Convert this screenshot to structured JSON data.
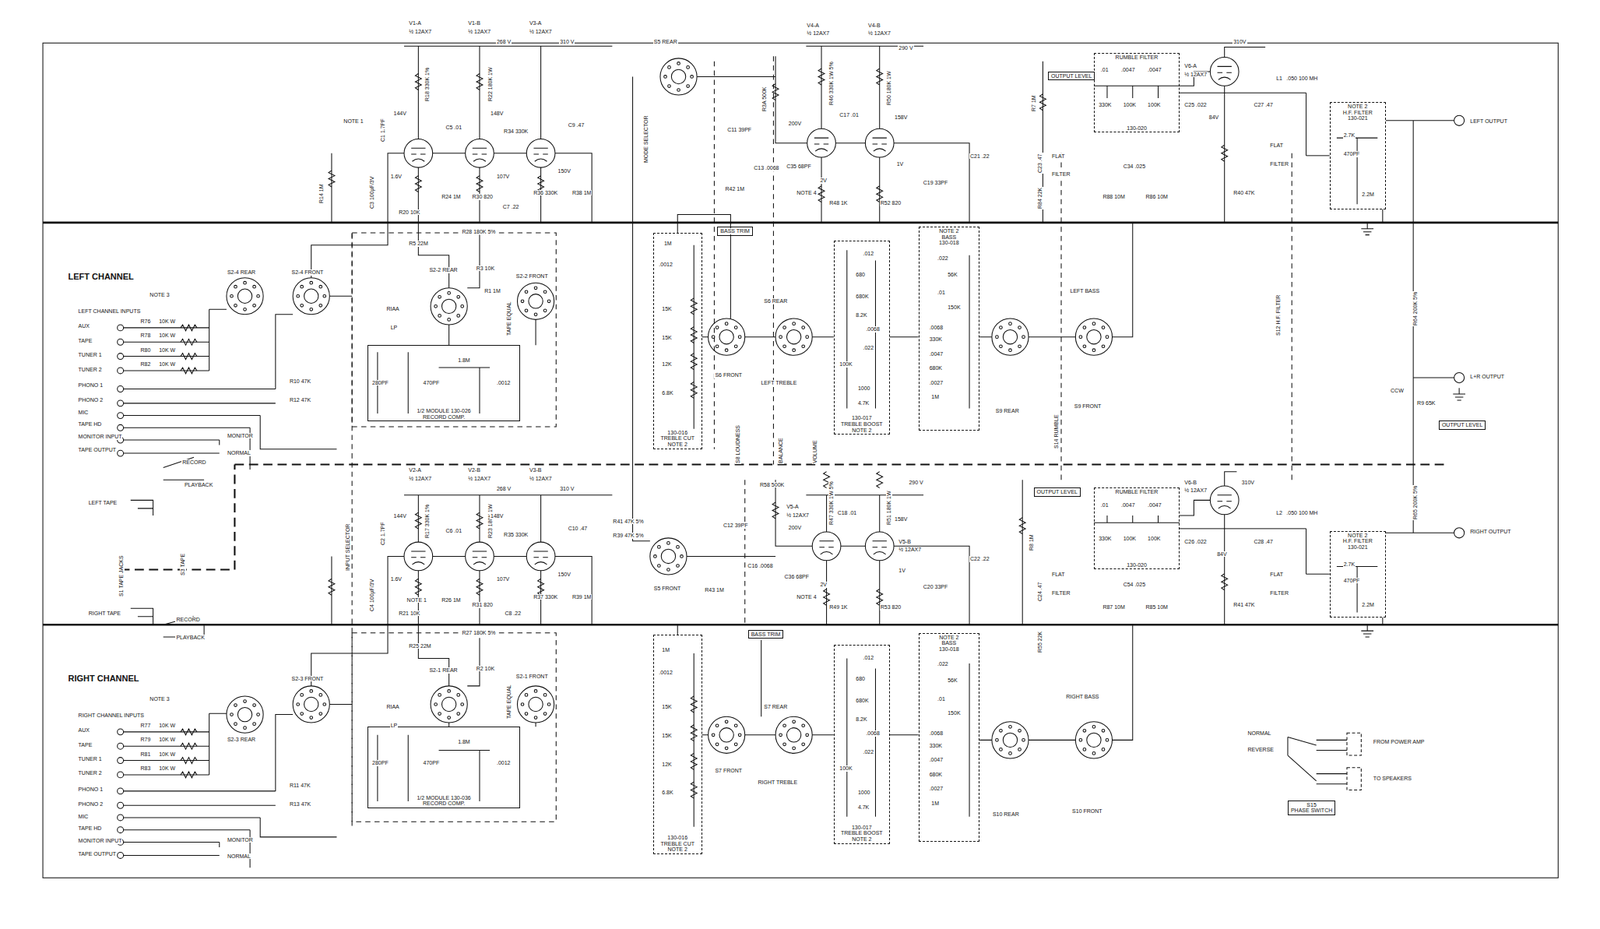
{
  "diagram": {
    "nodes": [
      {
        "text": [
          "RUMBLE FILTER",
          "130-020"
        ]
      },
      {
        "text": [
          "NOTE 2",
          "H.F. FILTER",
          "130-021"
        ]
      },
      {
        "text": [
          "1/2 MODULE 130-026",
          "RECORD COMP."
        ]
      },
      {
        "text": [
          "130-016",
          "TREBLE CUT",
          "NOTE 2"
        ]
      },
      {
        "text": [
          "130-017",
          "TREBLE BOOST",
          "NOTE 2"
        ]
      },
      {
        "text": [
          "NOTE 2",
          "BASS",
          "130-018"
        ]
      },
      {
        "text": [
          "RUMBLE FILTER",
          "130-020"
        ]
      },
      {
        "text": [
          "NOTE 2",
          "H.F. FILTER",
          "130-021"
        ]
      },
      {
        "text": [
          "1/2 MODULE 130-036",
          "RECORD COMP."
        ]
      },
      {
        "text": [
          "130-016",
          "TREBLE CUT",
          "NOTE 2"
        ]
      },
      {
        "text": [
          "130-017",
          "TREBLE BOOST",
          "NOTE 2"
        ]
      },
      {
        "text": [
          "NOTE 2",
          "BASS",
          "130-018"
        ]
      },
      {
        "text": [
          "BASS TRIM"
        ]
      },
      {
        "text": [
          "BASS TRIM"
        ]
      },
      {
        "text": [
          "OUTPUT LEVEL"
        ]
      },
      {
        "text": [
          "OUTPUT LEVEL"
        ]
      },
      {
        "text": [
          "OUTPUT LEVEL"
        ]
      },
      {
        "text": [
          "S15",
          "PHASE SWITCH"
        ]
      }
    ],
    "edges": [
      {
        "from": 0,
        "to": 1,
        "arrow": "none"
      },
      {
        "from": 6,
        "to": 7,
        "arrow": "none"
      }
    ],
    "labels": [
      "LEFT CHANNEL",
      "NOTE 3",
      "LEFT CHANNEL INPUTS",
      "AUX",
      "TAPE",
      "TUNER 1",
      "TUNER 2",
      "PHONO 1",
      "PHONO 2",
      "MIC",
      "TAPE HD",
      "MONITOR INPUT",
      "TAPE OUTPUT",
      "R76",
      "10K W",
      "R78",
      "10K W",
      "R80",
      "10K W",
      "R82",
      "10K W",
      "R10 47K",
      "R12 47K",
      "S2-4 REAR",
      "S2-4 FRONT",
      "R14 1M",
      "NOTE 1",
      "V1-A",
      "½ 12AX7",
      "V1-B",
      "½ 12AX7",
      "V3-A",
      "½ 12AX7",
      "268 V",
      "310 V",
      "R18 330K 1%",
      "R22 180K 1W",
      "144V",
      "148V",
      "1.6V",
      "107V",
      "150V",
      "C1 1.7PF",
      "C3 100µF/3V",
      "C5 .01",
      "C9 .47",
      "R34 330K",
      "R24 1M",
      "R30 820",
      "C7 .22",
      "R36 330K",
      "R38 1M",
      "R20 10K",
      "R28 180K 5%",
      "R5 22M",
      "S2-2 REAR",
      "R3 10K",
      "R1 1M",
      "TAPE EQUAL",
      "S2-2 FRONT",
      "RIAA",
      "LP",
      "280PF",
      "470PF",
      "1.8M",
      ".0012",
      "MONITOR",
      "NORMAL",
      "RECORD",
      "PLAYBACK",
      "LEFT TAPE",
      "S1 TAPE JACKS",
      "S3 TAPE",
      "RIGHT TAPE",
      "RECORD",
      "PLAYBACK",
      "RIGHT CHANNEL",
      "NOTE 3",
      "RIGHT CHANNEL INPUTS",
      "AUX",
      "TAPE",
      "TUNER 1",
      "TUNER 2",
      "PHONO 1",
      "PHONO 2",
      "MIC",
      "TAPE HD",
      "MONITOR INPUT",
      "TAPE OUTPUT",
      "R77",
      "10K W",
      "R79",
      "10K W",
      "R81",
      "10K W",
      "R83",
      "10K W",
      "R11 47K",
      "R13 47K",
      "S2-3 FRONT",
      "S2-3 REAR",
      "MONITOR",
      "NORMAL",
      "INPUT SELECTOR",
      "V2-A",
      "½ 12AX7",
      "V2-B",
      "½ 12AX7",
      "V3-B",
      "½ 12AX7",
      "268 V",
      "310 V",
      "R17 330K 1%",
      "R23 180K 1W",
      "144V",
      "148V",
      "1.6V",
      "107V",
      "150V",
      "C2 1.7PF",
      "C4 100µF/3V",
      "NOTE 1",
      "C6 .01",
      "C10 .47",
      "R35 330K",
      "R26 1M",
      "R31 820",
      "C8 .22",
      "R37 330K",
      "R39 1M",
      "R21 10K",
      "R27 180K 5%",
      "R25 22M",
      "S2-1 REAR",
      "R2 10K",
      "TAPE EQUAL",
      "S2-1 FRONT",
      "RIAA",
      "LP",
      "280PF",
      "470PF",
      "1.8M",
      ".0012",
      "S5 REAR",
      "R3A 500K",
      "C11 39PF",
      "C13 .0068",
      "R42 1M",
      "V4-A",
      "½ 12AX7",
      "V4-B",
      "½ 12AX7",
      "290 V",
      "R46 330K 1W 5%",
      "R50 180K 1W",
      "200V",
      "158V",
      "C35 68PF",
      "C17 .01",
      "2V",
      "1V",
      "NOTE 4",
      "R48 1K",
      "R52 820",
      "C19 33PF",
      "C21 .22",
      "MODE SELECTOR",
      "1M",
      ".0012",
      "15K",
      "15K",
      "12K",
      "6.8K",
      "S6 FRONT",
      "S6 REAR",
      "LEFT TREBLE",
      ".012",
      "680",
      "680K",
      "8.2K",
      ".0068",
      ".022",
      "100K",
      "1000",
      "4.7K",
      ".022",
      "56K",
      ".01",
      "150K",
      ".0068",
      "330K",
      ".0047",
      "680K",
      ".0027",
      "1M",
      "S9 REAR",
      "LEFT BASS",
      "S9 FRONT",
      "S8 LOUDNESS",
      "BALANCE",
      "VOLUME",
      "S5 FRONT",
      "R41 47K 5%",
      "R39 47K 5%",
      "R58 500K",
      "C12 39PF",
      "C16 .0068",
      "R43 1M",
      "V5-A",
      "½ 12AX7",
      "V5-B",
      "½ 12AX7",
      "290 V",
      "R47 330K 1W 5%",
      "R51 180K 1W",
      "200V",
      "158V",
      "C18 .01",
      "C36 68PF",
      "2V",
      "1V",
      "NOTE 4",
      "R49 1K",
      "R53 820",
      "C20 33PF",
      "C22 .22",
      "1M",
      ".0012",
      "15K",
      "15K",
      "12K",
      "6.8K",
      "S7 FRONT",
      "S7 REAR",
      "RIGHT TREBLE",
      ".012",
      "680",
      "680K",
      "8.2K",
      ".0068",
      ".022",
      "100K",
      "1000",
      "4.7K",
      ".022",
      "56K",
      ".01",
      "150K",
      ".0068",
      "330K",
      ".0047",
      "680K",
      ".0027",
      "1M",
      "S10 REAR",
      "RIGHT BASS",
      "S10 FRONT",
      "R7 1M",
      ".01",
      ".0047",
      ".0047",
      "330K",
      "100K",
      "100K",
      "C25 .022",
      "C23 .47",
      "FLAT",
      "FILTER",
      "R84 22K",
      "R88 10M",
      "C34 .025",
      "R86 10M",
      "V6-A",
      "½ 12AX7",
      "310V",
      "84V",
      "C27 .47",
      "R40 47K",
      "L1",
      ".050 100 MH",
      "2.7K",
      "470PF",
      "2.2M",
      "FLAT",
      "FILTER",
      "LEFT OUTPUT",
      "S12 H.F. FILTER",
      "S14 RUMBLE",
      "R64 200K 5%",
      "L+R OUTPUT",
      "CCW",
      "R9 65K",
      "R65 200K 5%",
      "RIGHT OUTPUT",
      "R8 1M",
      ".01",
      ".0047",
      ".0047",
      "330K",
      "100K",
      "100K",
      "C26 .022",
      "C24 .47",
      "FLAT",
      "FILTER",
      "R55 22K",
      "R87 10M",
      "C54 .025",
      "R85 10M",
      "V6-B",
      "½ 12AX7",
      "310V",
      "84V",
      "C28 .47",
      "R41 47K",
      "L2",
      ".050 100 MH",
      "2.7K",
      "470PF",
      "2.2M",
      "FLAT",
      "FILTER",
      "NORMAL",
      "REVERSE",
      "FROM POWER AMP",
      "TO SPEAKERS"
    ]
  }
}
